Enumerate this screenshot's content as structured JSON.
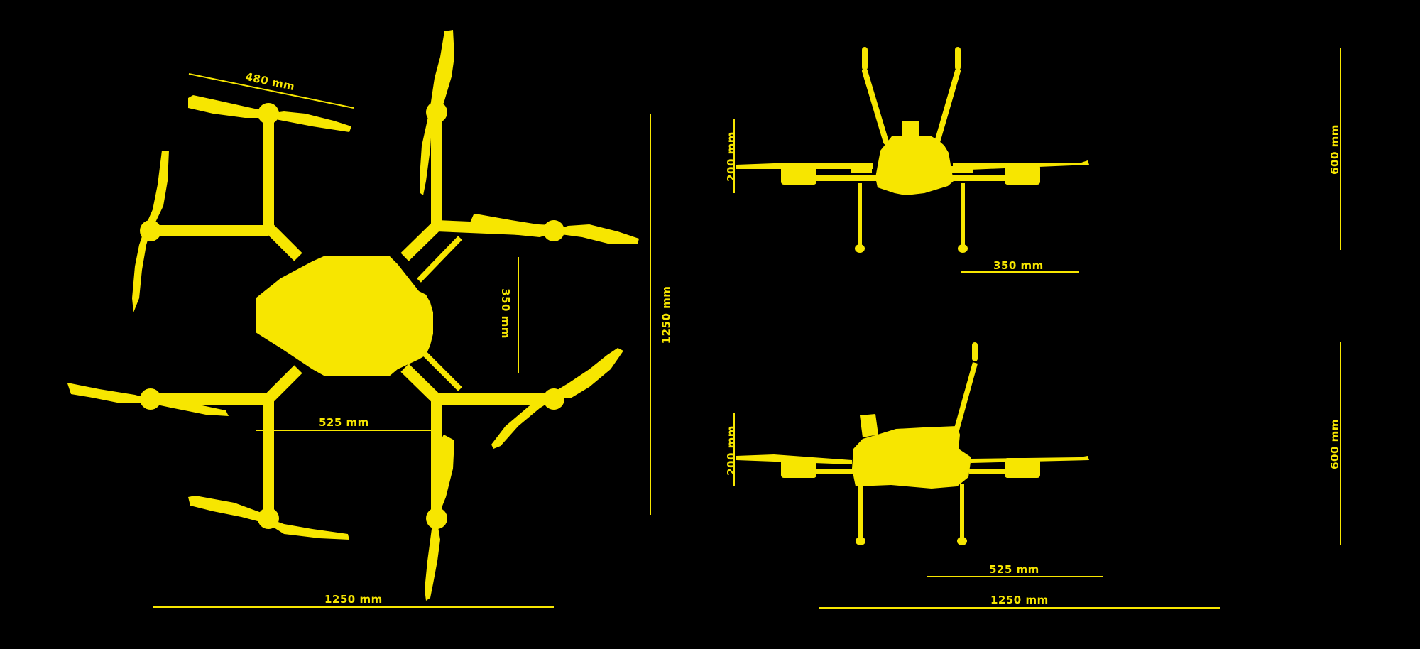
{
  "figure": {
    "background": "#000000",
    "accent_color": "#f7e600",
    "views": [
      {
        "name": "top-view"
      },
      {
        "name": "front-view"
      },
      {
        "name": "side-view"
      }
    ]
  },
  "top_view": {
    "propeller_length": "480 mm",
    "arm_spacing": "350 mm",
    "motor_spacing": "525 mm",
    "overall_width": "1250 mm",
    "overall_length": "1250 mm"
  },
  "front_view": {
    "body_height": "200 mm",
    "overall_height": "600 mm",
    "leg_spacing": "350 mm"
  },
  "side_view": {
    "body_height": "200 mm",
    "overall_height": "600 mm",
    "leg_spacing": "525 mm",
    "overall_length": "1250 mm"
  }
}
